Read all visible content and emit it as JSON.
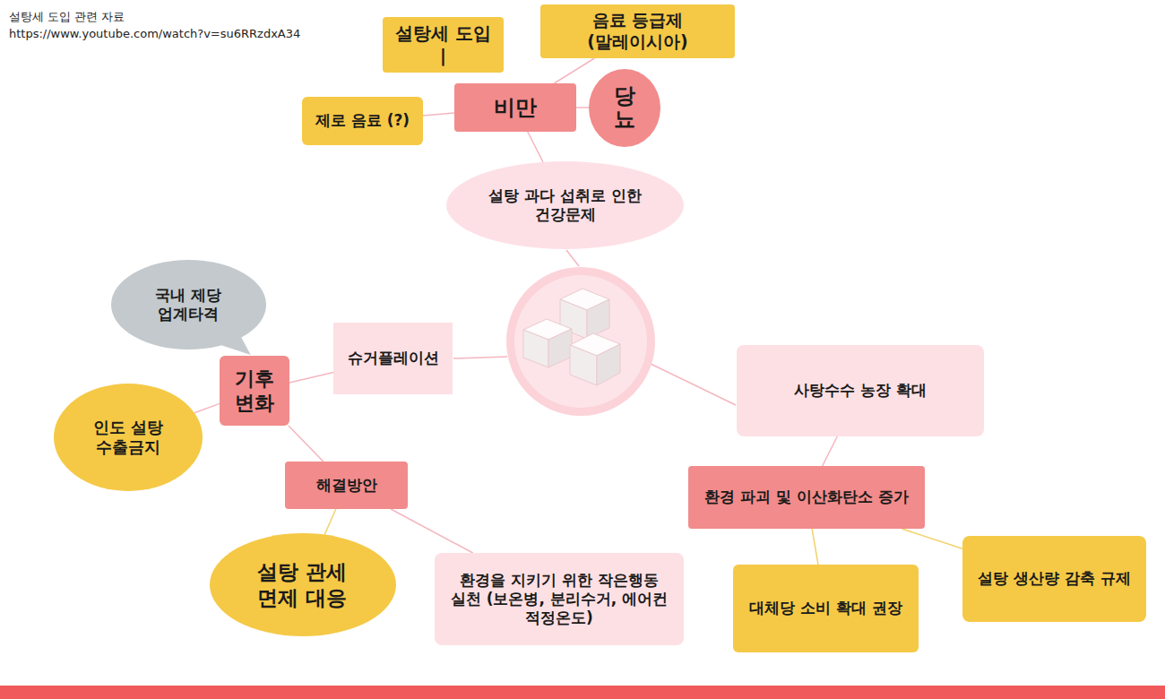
{
  "diagram": {
    "nodes": [
      {
        "text": [
          "설탕세 도입 |"
        ]
      },
      {
        "text": [
          "음료 등급제 (말레이시아)"
        ]
      },
      {
        "text": [
          "제로 음료 (?)"
        ]
      },
      {
        "text": [
          "비만"
        ]
      },
      {
        "text": [
          "당 뇨"
        ]
      },
      {
        "text": [
          "설탕 과다 섭취로 인한 건강문제"
        ]
      },
      {
        "text": [
          "국내 제당 업계타격"
        ]
      },
      {
        "text": [
          "슈거플레이션"
        ]
      },
      {
        "text": [
          "기후 변화"
        ]
      },
      {
        "text": [
          "사탕수수 농장 확대"
        ]
      },
      {
        "text": [
          "인도 설탕 수출금지"
        ]
      },
      {
        "text": [
          "해결방안"
        ]
      },
      {
        "text": [
          "환경 파괴 및 이산화탄소 증가"
        ]
      },
      {
        "text": [
          "설탕 관세 면제 대응"
        ]
      },
      {
        "text": [
          "환경을 지키기 위한 작은행동 실천 (보온병, 분리수거, 에어컨 적정온도)"
        ]
      },
      {
        "text": [
          "설탕 생산량 감축 규제"
        ]
      },
      {
        "text": [
          "대체당 소비 확대 권장"
        ]
      }
    ],
    "edges": [
      {
        "from": 3,
        "to": 1,
        "arrow": "none"
      },
      {
        "from": 3,
        "to": 2,
        "arrow": "none"
      },
      {
        "from": 3,
        "to": 4,
        "arrow": "none"
      },
      {
        "from": 3,
        "to": 5,
        "arrow": "none"
      },
      {
        "from": 8,
        "to": 7,
        "arrow": "none"
      },
      {
        "from": 8,
        "to": 10,
        "arrow": "none"
      },
      {
        "from": 8,
        "to": 11,
        "arrow": "none"
      },
      {
        "from": 11,
        "to": 13,
        "arrow": "none"
      },
      {
        "from": 11,
        "to": 14,
        "arrow": "none"
      },
      {
        "from": 9,
        "to": 12,
        "arrow": "none"
      },
      {
        "from": 12,
        "to": 16,
        "arrow": "none"
      },
      {
        "from": 12,
        "to": 15,
        "arrow": "none"
      }
    ],
    "labels": [
      "설탕세 도입 관련 자료",
      "https://www.youtube.com/watch?v=su6RRzdxA34"
    ]
  }
}
